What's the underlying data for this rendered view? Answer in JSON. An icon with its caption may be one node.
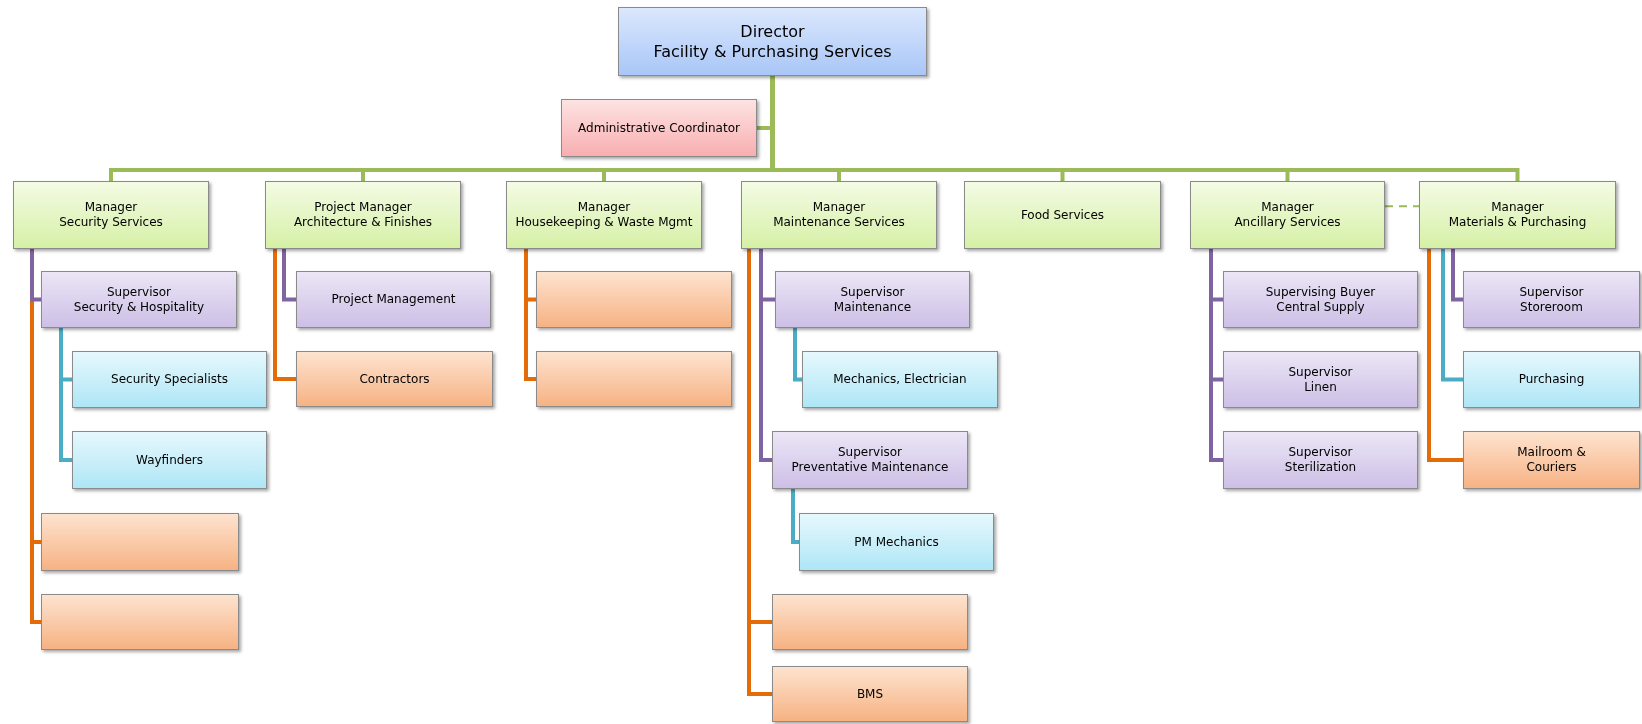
{
  "diagram": {
    "nodes": [
      {
        "text": [
          "Director",
          "Facility & Purchasing Services"
        ]
      },
      {
        "text": [
          "Administrative  Coordinator"
        ]
      },
      {
        "text": [
          "Manager",
          "Security Services"
        ]
      },
      {
        "text": [
          "Project Manager",
          "Architecture & Finishes"
        ]
      },
      {
        "text": [
          "Manager",
          "Housekeeping & Waste Mgmt"
        ]
      },
      {
        "text": [
          "Manager",
          "Maintenance Services"
        ]
      },
      {
        "text": [
          "Food Services"
        ]
      },
      {
        "text": [
          "Manager",
          "Ancillary  Services"
        ]
      },
      {
        "text": [
          "Manager",
          "Materials  & Purchasing"
        ]
      },
      {
        "text": [
          "Supervisor",
          "Security & Hospitality"
        ]
      },
      {
        "text": [
          "Security Specialists"
        ]
      },
      {
        "text": [
          "Wayfinders"
        ]
      },
      {
        "text": [],
        "shape": "box"
      },
      {
        "text": [],
        "shape": "box"
      },
      {
        "text": [
          "Project Management"
        ]
      },
      {
        "text": [
          "Contractors"
        ]
      },
      {
        "text": [],
        "shape": "box"
      },
      {
        "text": [],
        "shape": "box"
      },
      {
        "text": [
          "Supervisor",
          "Maintenance"
        ]
      },
      {
        "text": [
          "Mechanics,  Electrician"
        ]
      },
      {
        "text": [
          "Supervisor",
          "Preventative Maintenance"
        ]
      },
      {
        "text": [
          "PM Mechanics"
        ]
      },
      {
        "text": [],
        "shape": "box"
      },
      {
        "text": [
          "BMS"
        ]
      },
      {
        "text": [
          "Supervising  Buyer",
          "Central Supply"
        ]
      },
      {
        "text": [
          "Supervisor",
          "Linen"
        ]
      },
      {
        "text": [
          "Supervisor",
          "Sterilization"
        ]
      },
      {
        "text": [
          "Supervisor",
          "Storeroom"
        ]
      },
      {
        "text": [
          "Purchasing"
        ]
      },
      {
        "text": [
          "Mailroom  &",
          "Couriers"
        ]
      }
    ],
    "edges": [
      {
        "from": 0,
        "to": 1,
        "arrow": "none"
      },
      {
        "from": 0,
        "to": 2,
        "arrow": "none"
      },
      {
        "from": 0,
        "to": 3,
        "arrow": "none"
      },
      {
        "from": 0,
        "to": 4,
        "arrow": "none"
      },
      {
        "from": 0,
        "to": 5,
        "arrow": "none"
      },
      {
        "from": 0,
        "to": 6,
        "arrow": "none"
      },
      {
        "from": 0,
        "to": 7,
        "arrow": "none"
      },
      {
        "from": 0,
        "to": 8,
        "arrow": "none"
      },
      {
        "from": 7,
        "to": 8,
        "arrow": "none",
        "style": "dashed"
      },
      {
        "from": 2,
        "to": 9,
        "arrow": "none",
        "color": "#8064a2"
      },
      {
        "from": 9,
        "to": 10,
        "arrow": "none",
        "color": "#4bacc6"
      },
      {
        "from": 9,
        "to": 11,
        "arrow": "none",
        "color": "#4bacc6"
      },
      {
        "from": 2,
        "to": 12,
        "arrow": "none",
        "color": "#e36c09"
      },
      {
        "from": 2,
        "to": 13,
        "arrow": "none",
        "color": "#e36c09"
      },
      {
        "from": 3,
        "to": 14,
        "arrow": "none",
        "color": "#8064a2"
      },
      {
        "from": 3,
        "to": 15,
        "arrow": "none",
        "color": "#e36c09"
      },
      {
        "from": 4,
        "to": 16,
        "arrow": "none",
        "color": "#e36c09"
      },
      {
        "from": 4,
        "to": 17,
        "arrow": "none",
        "color": "#e36c09"
      },
      {
        "from": 5,
        "to": 18,
        "arrow": "none",
        "color": "#8064a2"
      },
      {
        "from": 18,
        "to": 19,
        "arrow": "none",
        "color": "#4bacc6"
      },
      {
        "from": 5,
        "to": 20,
        "arrow": "none",
        "color": "#8064a2"
      },
      {
        "from": 20,
        "to": 21,
        "arrow": "none",
        "color": "#4bacc6"
      },
      {
        "from": 5,
        "to": 22,
        "arrow": "none",
        "color": "#e36c09"
      },
      {
        "from": 5,
        "to": 23,
        "arrow": "none",
        "color": "#e36c09"
      },
      {
        "from": 7,
        "to": 24,
        "arrow": "none",
        "color": "#8064a2"
      },
      {
        "from": 7,
        "to": 25,
        "arrow": "none",
        "color": "#8064a2"
      },
      {
        "from": 7,
        "to": 26,
        "arrow": "none",
        "color": "#8064a2"
      },
      {
        "from": 8,
        "to": 27,
        "arrow": "none",
        "color": "#8064a2"
      },
      {
        "from": 8,
        "to": 28,
        "arrow": "none",
        "color": "#4bacc6"
      },
      {
        "from": 8,
        "to": 29,
        "arrow": "none",
        "color": "#e36c09"
      }
    ]
  }
}
